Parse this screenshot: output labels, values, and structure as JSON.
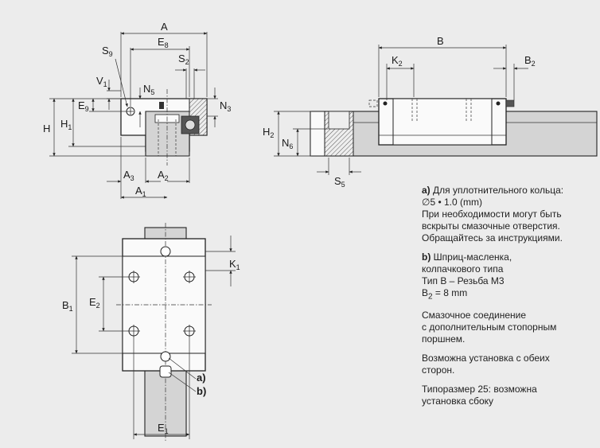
{
  "labels": {
    "A": "A",
    "E8": "E",
    "E8s": "8",
    "S9": "S",
    "S9s": "9",
    "S2": "S",
    "S2s": "2",
    "V1": "V",
    "V1s": "1",
    "N5": "N",
    "N5s": "5",
    "N3": "N",
    "N3s": "3",
    "E9": "E",
    "E9s": "9",
    "H": "H",
    "H1": "H",
    "H1s": "1",
    "A3": "A",
    "A3s": "3",
    "A2": "A",
    "A2s": "2",
    "A1": "A",
    "A1s": "1",
    "B": "B",
    "K2": "K",
    "K2s": "2",
    "B2": "B",
    "B2s": "2",
    "H2": "H",
    "H2s": "2",
    "N6": "N",
    "N6s": "6",
    "S5": "S",
    "S5s": "5",
    "K1": "K",
    "K1s": "1",
    "B1": "B",
    "B1s": "1",
    "E2": "E",
    "E2s": "2",
    "E1": "E",
    "E1s": "1",
    "a": "a)",
    "b": "b)"
  },
  "notes": {
    "a_tag": "a)",
    "a_line1": "Для уплотнительного кольца:",
    "a_line2": "∅5 • 1.0 (mm)",
    "a_line3": "При необходимости могут быть",
    "a_line4": "вскрыты смазочные отверстия.",
    "a_line5": "Обращайтесь за инструкциями.",
    "b_tag": "b)",
    "b_line1": "Шприц-масленка,",
    "b_line2": "колпачкового типа",
    "b_line3": "Тип В – Резьба М3",
    "b_line4a": "B",
    "b_line4s": "2",
    "b_line4b": " = 8 mm",
    "c_line1": "Смазочное соединение",
    "c_line2": "с дополнительным стопорным",
    "c_line3": "поршнем.",
    "d_line1": "Возможна установка с обеих",
    "d_line2": "сторон.",
    "e_line1": "Типоразмер 25: возможна",
    "e_line2": "установка сбоку"
  }
}
